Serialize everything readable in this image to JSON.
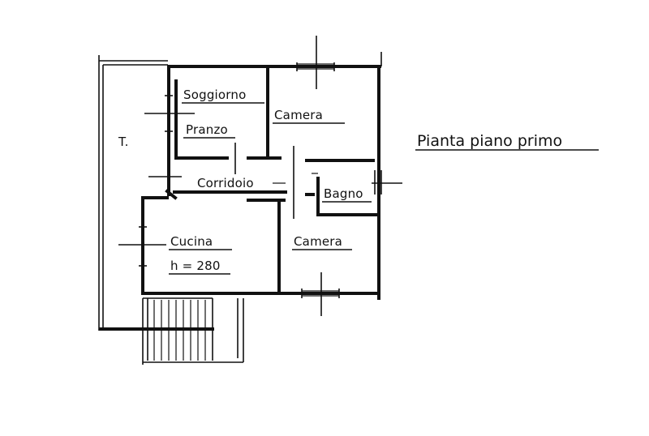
{
  "drawing": {
    "title": "Pianta piano primo",
    "rooms": {
      "terrace": "T.",
      "soggiorno": "Soggiorno",
      "pranzo": "Pranzo",
      "camera_top": "Camera",
      "corridoio": "Corridoio",
      "bagno": "Bagno",
      "cucina": "Cucina",
      "cucina_height": "h = 280",
      "camera_bottom": "Camera"
    }
  }
}
